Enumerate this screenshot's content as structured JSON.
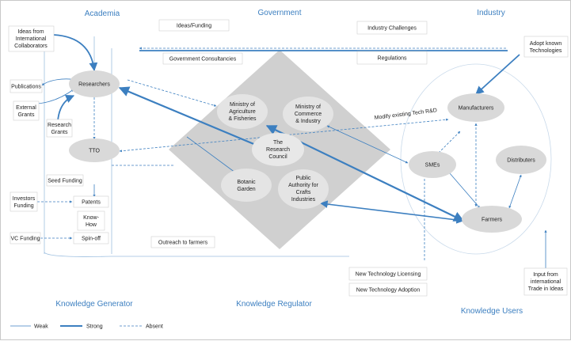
{
  "headers": {
    "academia": "Academia",
    "government": "Government",
    "industry": "Industry",
    "knowledge_generator": "Knowledge Generator",
    "knowledge_regulator": "Knowledge Regulator",
    "knowledge_users": "Knowledge Users"
  },
  "nodes": {
    "researchers": "Researchers",
    "tto": "TTO",
    "ministry_agri": [
      "Ministry of",
      "Agriculture",
      "& Fisheries"
    ],
    "ministry_commerce": [
      "Ministry of",
      "Commerce",
      "& Industry"
    ],
    "research_council": [
      "The",
      "Research",
      "Council"
    ],
    "botanic_garden": [
      "Botanic",
      "Garden"
    ],
    "public_authority": [
      "Public",
      "Authority for",
      "Crafts",
      "Industries"
    ],
    "manufacturers": "Manufacturers",
    "smes": "SMEs",
    "distributers": "Distributers",
    "farmers": "Farmers"
  },
  "boxes": {
    "ideas_international": [
      "Ideas from",
      "International",
      "Collaborators"
    ],
    "publications": "Publications",
    "external_grants": [
      "External",
      "Grants"
    ],
    "research_grants": [
      "Research",
      "Grants"
    ],
    "seed_funding": "Seed Funding",
    "investors_funding": [
      "Investors",
      "Funding"
    ],
    "patents": "Patents",
    "know_how": [
      "Know-",
      "How"
    ],
    "vc_funding": "VC Funding",
    "spin_off": "Spin-off",
    "ideas_funding": "Ideas/Funding",
    "gov_consultancies": "Government Consultancies",
    "industry_challenges": "Industry Challenges",
    "regulations": "Regulations",
    "adopt_known": [
      "Adopt known",
      "Technologies"
    ],
    "modify_existing": "Modify existing Tech R&D",
    "outreach": "Outreach to farmers",
    "new_tech_licensing": "New Technology Licensing",
    "new_tech_adoption": "New Technology Adoption",
    "input_international": [
      "Input from",
      "international",
      "Trade in Ideas"
    ]
  },
  "legend": {
    "weak": "Weak",
    "strong": "Strong",
    "absent": "Absent"
  },
  "colors": {
    "accent": "#3c7fc0",
    "node_fill": "#d9d9d9",
    "diamond_fill": "#d0d0d0"
  }
}
